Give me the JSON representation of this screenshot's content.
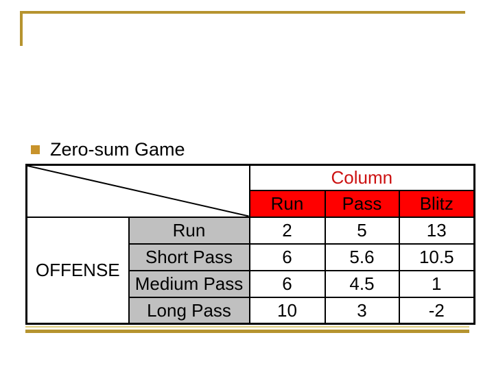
{
  "slide": {
    "bullet_text": "Zero-sum Game"
  },
  "table": {
    "column_group_header": "Column",
    "column_headers": [
      "Run",
      "Pass",
      "Blitz"
    ],
    "row_group_header": "OFFENSE",
    "row_headers": [
      "Run",
      "Short Pass",
      "Medium Pass",
      "Long Pass"
    ],
    "values": [
      [
        2,
        5,
        13
      ],
      [
        6,
        5.6,
        10.5
      ],
      [
        6,
        4.5,
        1
      ],
      [
        10,
        3,
        -2
      ]
    ]
  },
  "colors": {
    "accent_gold": "#B6942F",
    "accent_gold_light": "#DFCE7D",
    "bullet_gold": "#C8932B",
    "header_bg_red": "#FF0000",
    "header_text_red": "#CC1111",
    "row_label_gray": "#C0C0C0",
    "border_black": "#000000"
  }
}
